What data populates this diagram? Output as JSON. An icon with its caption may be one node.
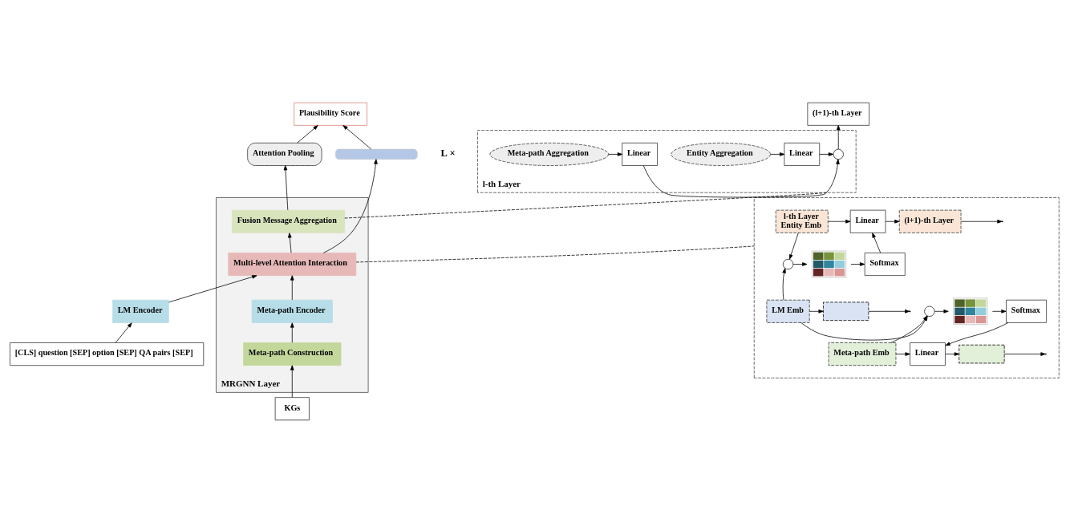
{
  "diagram": {
    "nodes": [
      {
        "text": [
          "[CLS] question [SEP] option [SEP] QA pairs [SEP]"
        ]
      },
      {
        "text": [
          "LM Encoder"
        ]
      },
      {
        "text": [
          "KGs"
        ]
      },
      {
        "text": [
          "MRGNN Layer"
        ]
      },
      {
        "text": [
          "Meta-path Construction"
        ],
        "in": 3
      },
      {
        "text": [
          "Meta-path Encoder"
        ],
        "in": 3
      },
      {
        "text": [
          "Multi-level Attention Interaction"
        ],
        "in": 3
      },
      {
        "text": [
          "Fusion Message Aggregation"
        ],
        "in": 3
      },
      {
        "text": [],
        "shape": "bar"
      },
      {
        "text": [
          "Attention Pooling"
        ]
      },
      {
        "text": [
          "Plausibility Score"
        ]
      },
      {
        "text": [
          "l-th Layer"
        ]
      },
      {
        "text": [
          "Entity Aggregation"
        ],
        "in": 11
      },
      {
        "text": [
          "Linear"
        ],
        "in": 11
      },
      {
        "text": [],
        "shape": "circle",
        "in": 11
      },
      {
        "text": [
          "Linear"
        ],
        "in": 11
      },
      {
        "text": [
          "Meta-path Aggregation"
        ],
        "in": 11
      },
      {
        "text": [
          "(l+1)-th Layer"
        ]
      },
      {
        "text": [],
        "shape": "box"
      },
      {
        "text": [
          "l-th Layer",
          "Entity Emb"
        ],
        "in": 18
      },
      {
        "text": [
          "LM Emb"
        ],
        "in": 18
      },
      {
        "text": [
          "Meta-path Emb"
        ],
        "in": 18
      },
      {
        "text": [],
        "shape": "circle",
        "in": 18
      },
      {
        "text": [],
        "shape": "picture",
        "in": 18
      },
      {
        "text": [
          "Softmax"
        ],
        "in": 18
      },
      {
        "text": [
          "Linear"
        ],
        "in": 18
      },
      {
        "text": [
          "(l+1)-th Layer"
        ],
        "in": 18
      },
      {
        "text": [],
        "shape": "circle",
        "in": 18
      },
      {
        "text": [],
        "shape": "picture",
        "in": 18
      },
      {
        "text": [
          "Softmax"
        ],
        "in": 18
      },
      {
        "text": [
          "Linear"
        ],
        "in": 18
      },
      {
        "text": [],
        "shape": "box",
        "in": 18
      },
      {
        "text": [],
        "shape": "box",
        "in": 18
      }
    ],
    "edges": [
      {
        "from": 0,
        "to": 1,
        "arrow": "to"
      },
      {
        "from": 1,
        "to": 6,
        "arrow": "to"
      },
      {
        "from": 2,
        "to": 4,
        "arrow": "to"
      },
      {
        "from": 4,
        "to": 5,
        "arrow": "to"
      },
      {
        "from": 5,
        "to": 6,
        "arrow": "to"
      },
      {
        "from": 6,
        "to": 7,
        "arrow": "to"
      },
      {
        "from": 6,
        "to": 8,
        "arrow": "to"
      },
      {
        "from": 7,
        "to": 9,
        "arrow": "to"
      },
      {
        "from": 8,
        "to": 10,
        "arrow": "to"
      },
      {
        "from": 9,
        "to": 10,
        "arrow": "to"
      },
      {
        "from": 7,
        "to": 11,
        "arrow": "none",
        "style": "dashed"
      },
      {
        "from": 6,
        "to": 18,
        "arrow": "none",
        "style": "dashed"
      },
      {
        "from": 12,
        "to": 13,
        "arrow": "to"
      },
      {
        "from": 13,
        "to": 14,
        "arrow": "to"
      },
      {
        "from": 16,
        "to": 15,
        "arrow": "to"
      },
      {
        "from": 15,
        "to": 14,
        "arrow": "to"
      },
      {
        "from": 14,
        "to": 17,
        "arrow": "to"
      },
      {
        "from": 19,
        "to": 25,
        "arrow": "to"
      },
      {
        "from": 19,
        "to": 22,
        "arrow": "to"
      },
      {
        "from": 20,
        "to": 22,
        "arrow": "to"
      },
      {
        "from": 22,
        "to": 23,
        "arrow": "to"
      },
      {
        "from": 23,
        "to": 24,
        "arrow": "to"
      },
      {
        "from": 24,
        "to": 25,
        "arrow": "to"
      },
      {
        "from": 25,
        "to": 26,
        "arrow": "to"
      },
      {
        "from": 26,
        "to": null,
        "arrow": "to"
      },
      {
        "from": 20,
        "to": 31,
        "arrow": "to"
      },
      {
        "from": 31,
        "to": null,
        "arrow": "to"
      },
      {
        "from": 20,
        "to": 27,
        "arrow": "to"
      },
      {
        "from": 21,
        "to": 27,
        "arrow": "to"
      },
      {
        "from": 27,
        "to": 28,
        "arrow": "to"
      },
      {
        "from": 28,
        "to": 29,
        "arrow": "to"
      },
      {
        "from": 29,
        "to": 30,
        "arrow": "to"
      },
      {
        "from": 21,
        "to": 30,
        "arrow": "to"
      },
      {
        "from": 30,
        "to": 32,
        "arrow": "to"
      },
      {
        "from": 32,
        "to": null,
        "arrow": "to"
      }
    ],
    "labels": [
      "L ×"
    ]
  }
}
